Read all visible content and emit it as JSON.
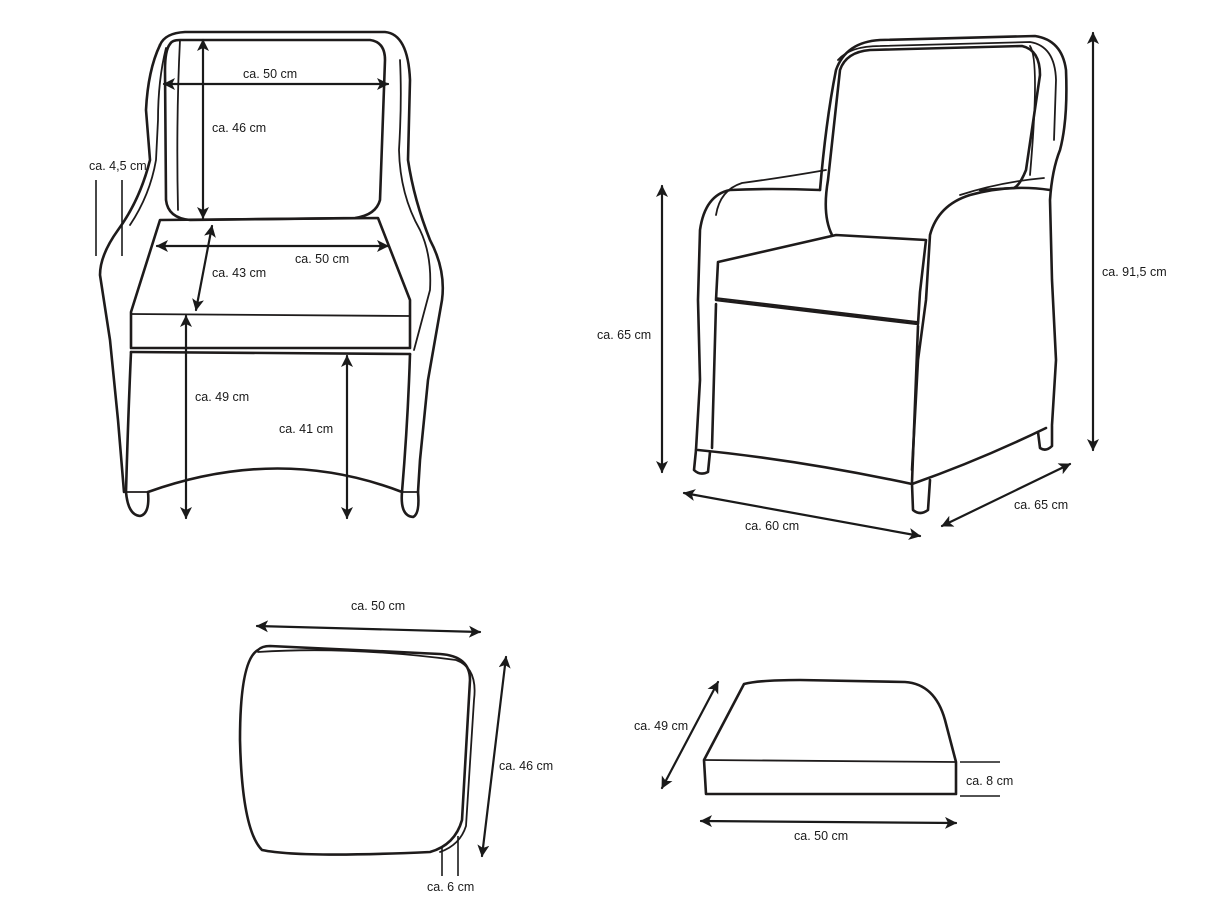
{
  "dimensions": {
    "front_back_width": "ca. 50 cm",
    "front_back_height": "ca. 46 cm",
    "front_armrest_thickness": "ca. 4,5 cm",
    "front_seat_width": "ca. 50 cm",
    "front_seat_depth": "ca. 43 cm",
    "front_seat_height": "ca. 49 cm",
    "front_chair_seat_height": "ca. 41 cm",
    "side_seat_height": "ca. 65 cm",
    "side_total_height": "ca. 91,5 cm",
    "side_width": "ca. 60 cm",
    "side_depth": "ca. 65 cm",
    "back_cushion_width": "ca. 50 cm",
    "back_cushion_height": "ca. 46 cm",
    "back_cushion_thickness": "ca. 6 cm",
    "seat_cushion_depth": "ca. 49 cm",
    "seat_cushion_thickness": "ca. 8 cm",
    "seat_cushion_width": "ca. 50 cm"
  }
}
